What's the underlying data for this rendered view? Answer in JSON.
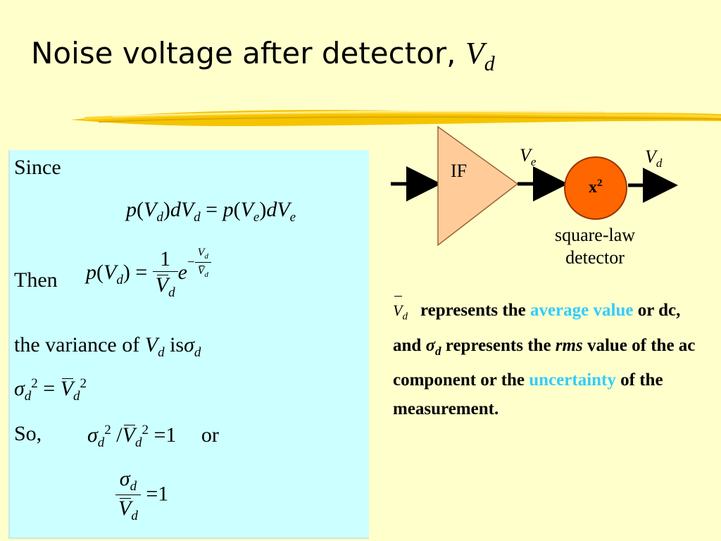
{
  "title": {
    "text": "Noise voltage after detector, ",
    "symbol": "V",
    "symbol_sub": "d"
  },
  "colors": {
    "background": "#ffffcc",
    "math_box": "#ccffff",
    "amplifier": "#ffcc99",
    "detector": "#ff6600",
    "highlight": "#33ccff"
  },
  "math": {
    "since": "Since",
    "eq1": {
      "lhs_p": "p",
      "v": "V",
      "sub_d": "d",
      "dv": "dV",
      "eq": "=",
      "sub_e": "e"
    },
    "then": "Then",
    "eq2": {
      "p": "p",
      "v": "V",
      "sub": "d",
      "eq": "=",
      "one": "1",
      "e": "e",
      "minus": "−"
    },
    "variance": {
      "text": "the variance of ",
      "v": "V",
      "sub": "d",
      "is": "is",
      "sigma": "σ",
      "sigma_sub": "d"
    },
    "eq3": {
      "sigma": "σ",
      "sub": "d",
      "sup": "2",
      "eq": "=",
      "v": "V"
    },
    "so": "So,",
    "eq4": {
      "sigma": "σ",
      "sub": "d",
      "sup": "2",
      "slash": "/",
      "v": "V",
      "eq": "=",
      "one": "1",
      "or": "or"
    },
    "eq5": {
      "sigma": "σ",
      "sub": "d",
      "v": "V",
      "eq": "=",
      "one": "1"
    }
  },
  "diagram": {
    "amp_label": "IF",
    "ve": {
      "v": "V",
      "sub": "e"
    },
    "vd": {
      "v": "V",
      "sub": "d"
    },
    "detector_label": "x",
    "detector_sup": "2",
    "caption_line1": "square-law",
    "caption_line2": "detector"
  },
  "description": {
    "vbar": "V",
    "vbar_sub": "d",
    "t1": "represents the ",
    "hl1": "average value",
    "t2": " or dc, and ",
    "sigma": "σ",
    "sigma_sub": "d",
    "t3": " represents the ",
    "rms": "rms",
    "t4": " value of the ac component or the ",
    "hl2": "uncertainty",
    "t5": " of the measurement."
  }
}
